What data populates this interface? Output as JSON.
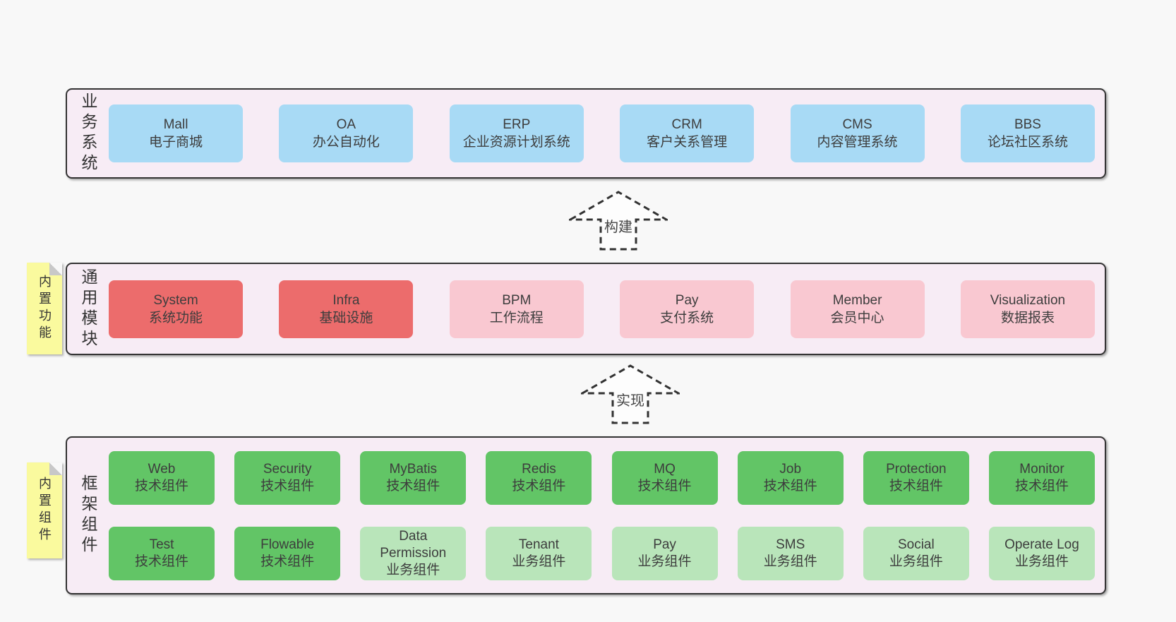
{
  "colors": {
    "page_bg": "#f8f8f8",
    "panel_bg": "#f7ecf5",
    "panel_border": "#333333",
    "box_blue": "#a8daf5",
    "box_red": "#ec6c6c",
    "box_pink": "#f9c8d1",
    "box_green": "#62c566",
    "box_green_light": "#b9e5ba",
    "sticky_yellow": "#fafa9e",
    "text": "#3d3d3d"
  },
  "arrows": [
    {
      "label": "构建"
    },
    {
      "label": "实现"
    }
  ],
  "sections": [
    {
      "label": "业务系统",
      "boxes": [
        {
          "name": "Mall",
          "desc": "电子商城"
        },
        {
          "name": "OA",
          "desc": "办公自动化"
        },
        {
          "name": "ERP",
          "desc": "企业资源计划系统"
        },
        {
          "name": "CRM",
          "desc": "客户关系管理"
        },
        {
          "name": "CMS",
          "desc": "内容管理系统"
        },
        {
          "name": "BBS",
          "desc": "论坛社区系统"
        }
      ]
    },
    {
      "label": "通用模块",
      "sticky": "内置功能",
      "boxes": [
        {
          "name": "System",
          "desc": "系统功能"
        },
        {
          "name": "Infra",
          "desc": "基础设施"
        },
        {
          "name": "BPM",
          "desc": "工作流程"
        },
        {
          "name": "Pay",
          "desc": "支付系统"
        },
        {
          "name": "Member",
          "desc": "会员中心"
        },
        {
          "name": "Visualization",
          "desc": "数据报表"
        }
      ]
    },
    {
      "label": "框架组件",
      "sticky": "内置组件",
      "rows": [
        [
          {
            "name": "Web",
            "desc": "技术组件"
          },
          {
            "name": "Security",
            "desc": "技术组件"
          },
          {
            "name": "MyBatis",
            "desc": "技术组件"
          },
          {
            "name": "Redis",
            "desc": "技术组件"
          },
          {
            "name": "MQ",
            "desc": "技术组件"
          },
          {
            "name": "Job",
            "desc": "技术组件"
          },
          {
            "name": "Protection",
            "desc": "技术组件"
          },
          {
            "name": "Monitor",
            "desc": "技术组件"
          }
        ],
        [
          {
            "name": "Test",
            "desc": "技术组件"
          },
          {
            "name": "Flowable",
            "desc": "技术组件"
          },
          {
            "name": "Data Permission",
            "desc": "业务组件"
          },
          {
            "name": "Tenant",
            "desc": "业务组件"
          },
          {
            "name": "Pay",
            "desc": "业务组件"
          },
          {
            "name": "SMS",
            "desc": "业务组件"
          },
          {
            "name": "Social",
            "desc": "业务组件"
          },
          {
            "name": "Operate Log",
            "desc": "业务组件"
          }
        ]
      ]
    }
  ]
}
